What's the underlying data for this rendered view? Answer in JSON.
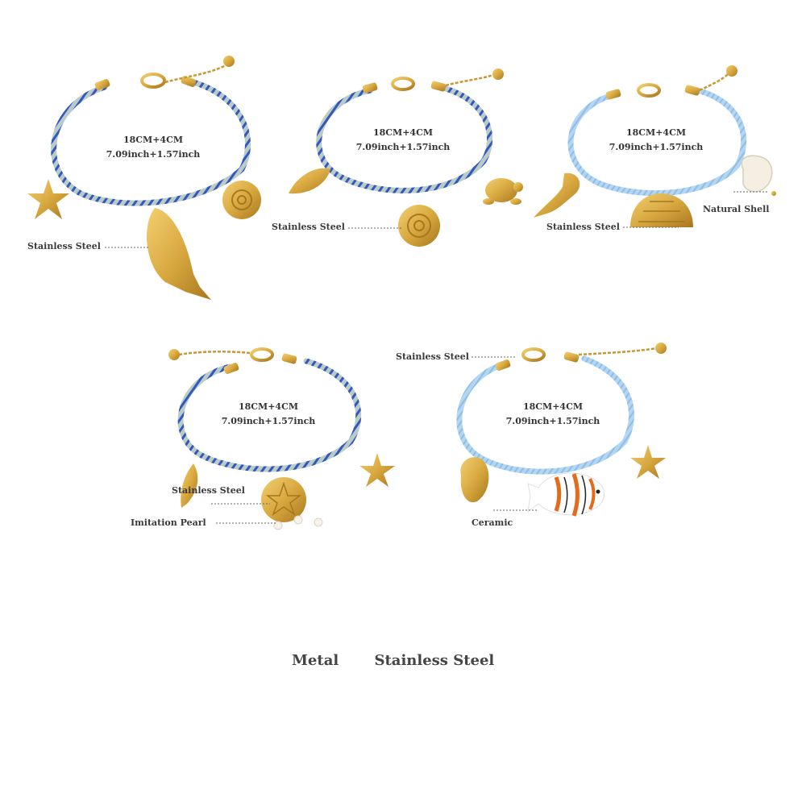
{
  "bracelets": [
    {
      "size_line1": "18CM+4CM",
      "size_line2": "7.09inch+1.57inch",
      "callouts": [
        "Stainless Steel"
      ]
    },
    {
      "size_line1": "18CM+4CM",
      "size_line2": "7.09inch+1.57inch",
      "callouts": [
        "Stainless Steel"
      ]
    },
    {
      "size_line1": "18CM+4CM",
      "size_line2": "7.09inch+1.57inch",
      "callouts": [
        "Stainless Steel",
        "Natural Shell"
      ]
    },
    {
      "size_line1": "18CM+4CM",
      "size_line2": "7.09inch+1.57inch",
      "callouts": [
        "Stainless Steel",
        "Imitation Pearl"
      ]
    },
    {
      "size_line1": "18CM+4CM",
      "size_line2": "7.09inch+1.57inch",
      "callouts": [
        "Stainless Steel",
        "Ceramic"
      ]
    }
  ],
  "footer": {
    "key": "Metal",
    "value": "Stainless Steel"
  },
  "colors": {
    "cord_light": "#a9cdee",
    "cord_dark": "#3b58a8",
    "gold": "#d9a940",
    "gold_dark": "#a8771e",
    "text": "#333333"
  }
}
